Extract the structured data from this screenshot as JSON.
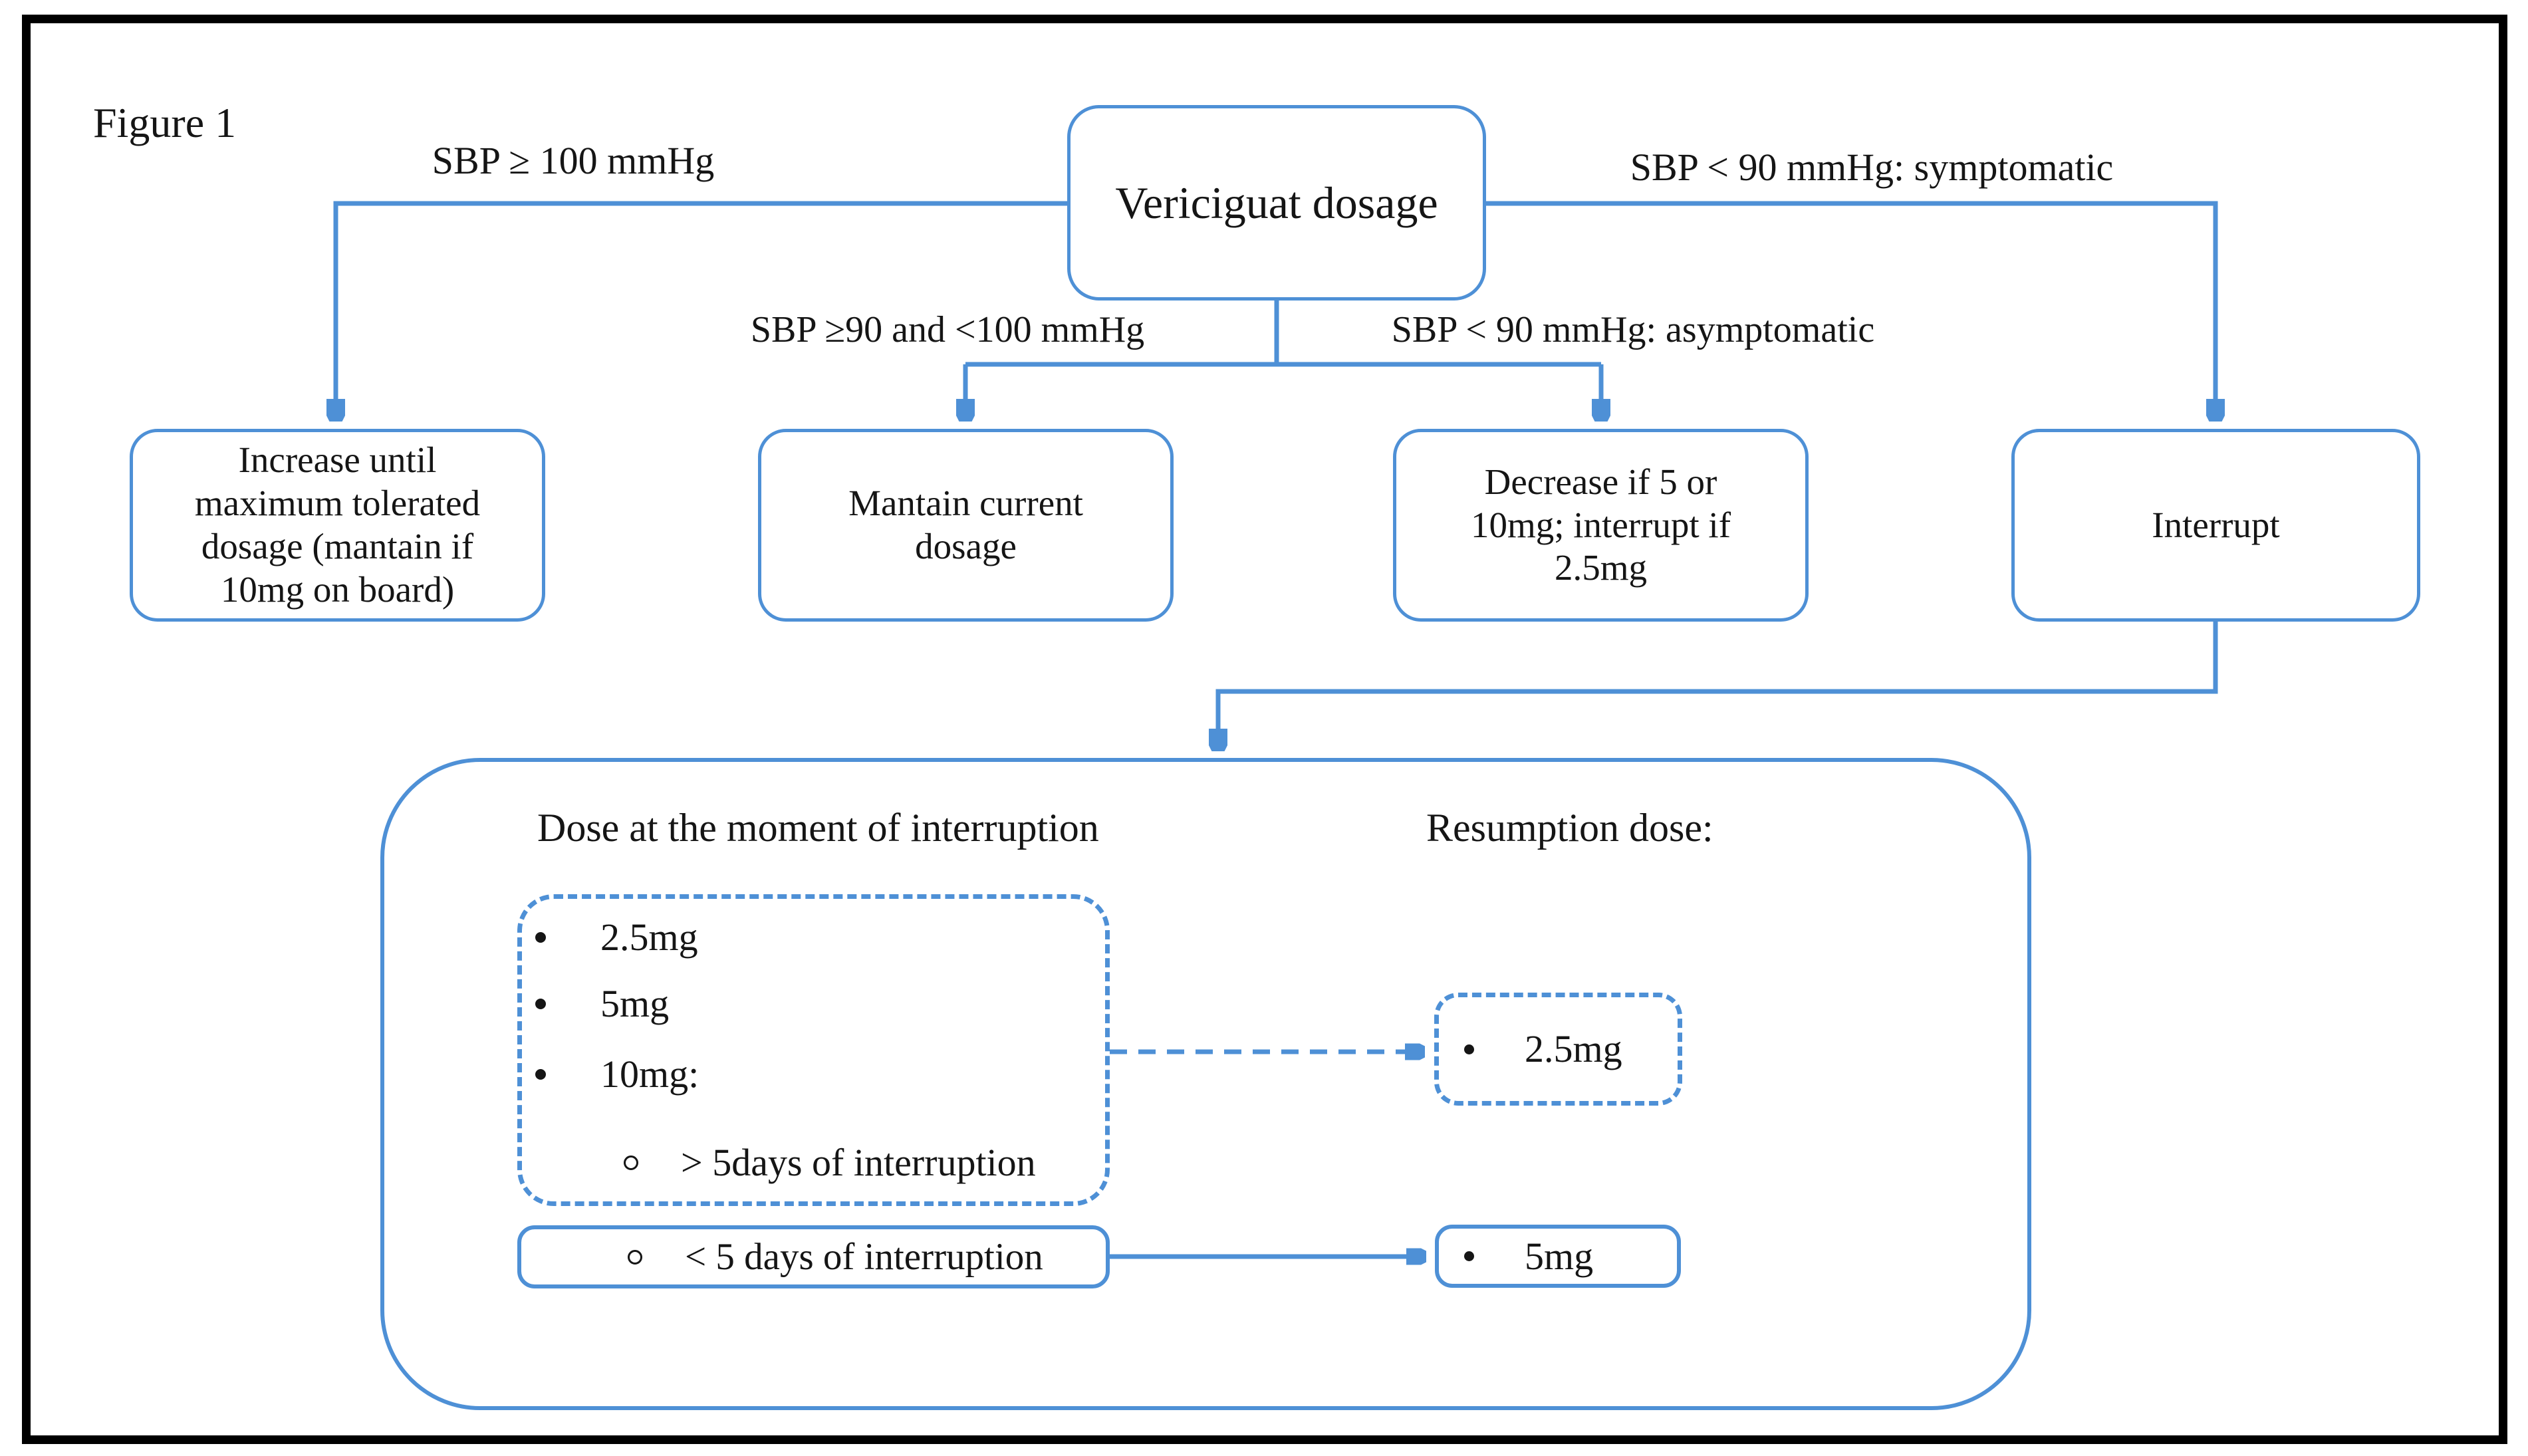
{
  "colors": {
    "accent": "#4E90D6",
    "text": "#151515",
    "frame": "#000000"
  },
  "figure_label": "Figure 1",
  "root_node": {
    "label": "Vericiguat dosage"
  },
  "branches": [
    {
      "condition": "SBP ≥ 100 mmHg",
      "action": "Increase until\nmaximum tolerated\ndosage (mantain if\n10mg on board)"
    },
    {
      "condition": "SBP ≥90 and <100 mmHg",
      "action": "Mantain current\ndosage"
    },
    {
      "condition": "SBP < 90 mmHg: asymptomatic",
      "action": "Decrease if 5 or\n10mg; interrupt if\n2.5mg"
    },
    {
      "condition": "SBP < 90 mmHg: symptomatic",
      "action": "Interrupt"
    }
  ],
  "interruption_panel": {
    "left_heading": "Dose at the moment of interruption",
    "right_heading": "Resumption dose:",
    "dose_options": [
      "2.5mg",
      "5mg",
      "10mg:"
    ],
    "gt5_option": "> 5days of interruption",
    "lt5_option": "< 5 days of interruption",
    "resume_after_gt5": "2.5mg",
    "resume_after_lt5": "5mg"
  }
}
